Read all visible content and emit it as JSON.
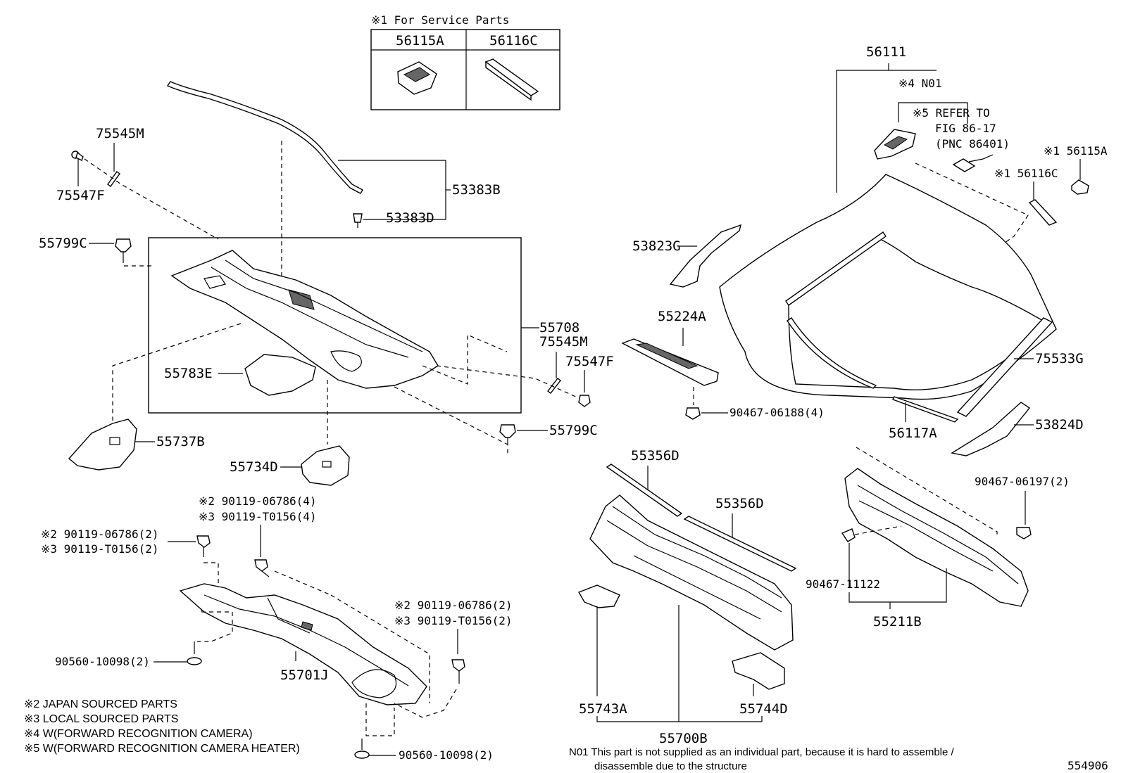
{
  "service_parts": {
    "header": "※1 For Service Parts",
    "col1": "56115A",
    "col2": "56116C"
  },
  "labels": {
    "p75545M_a": "75545M",
    "p75547F_a": "75547F",
    "p53383B": "53383B",
    "p53383D": "53383D",
    "p55799C_a": "55799C",
    "p55708": "55708",
    "p75545M_b": "75545M",
    "p75547F_b": "75547F",
    "p55783E": "55783E",
    "p55737B": "55737B",
    "p55799C_b": "55799C",
    "p55734D": "55734D",
    "p56111": "56111",
    "n01": "※4 N01",
    "refer1": "※5 REFER TO",
    "refer2": "FIG 86-17",
    "refer3": "(PNC 86401)",
    "p56115A": "※1 56115A",
    "p56116C": "※1 56116C",
    "p53823G": "53823G",
    "p55224A": "55224A",
    "p75533G": "75533G",
    "p90467_06188": "90467-06188(4)",
    "p56117A": "56117A",
    "p53824D": "53824D",
    "p55356D_a": "55356D",
    "p55356D_b": "55356D",
    "p90467_06197": "90467-06197(2)",
    "p90467_11122": "90467-11122",
    "p55211B": "55211B",
    "p55743A": "55743A",
    "p55744D": "55744D",
    "p55700B": "55700B",
    "s_top1": "※2 90119-06786(4)",
    "s_top2": "※3 90119-T0156(4)",
    "s_left1": "※2 90119-06786(2)",
    "s_left2": "※3 90119-T0156(2)",
    "s_right1": "※2 90119-06786(2)",
    "s_right2": "※3 90119-T0156(2)",
    "p90560_a": "90560-10098(2)",
    "p55701J": "55701J",
    "p90560_b": "90560-10098(2)"
  },
  "footnotes": [
    "※2  JAPAN SOURCED PARTS",
    "※3  LOCAL SOURCED PARTS",
    "※4  W(FORWARD RECOGNITION CAMERA)",
    "※5  W(FORWARD RECOGNITION CAMERA HEATER)"
  ],
  "n01_note": {
    "line1": "N01 This part is not supplied as an individual part, because it is hard to assemble /",
    "line2": "disassemble due to the structure"
  },
  "figure_number": "554906"
}
